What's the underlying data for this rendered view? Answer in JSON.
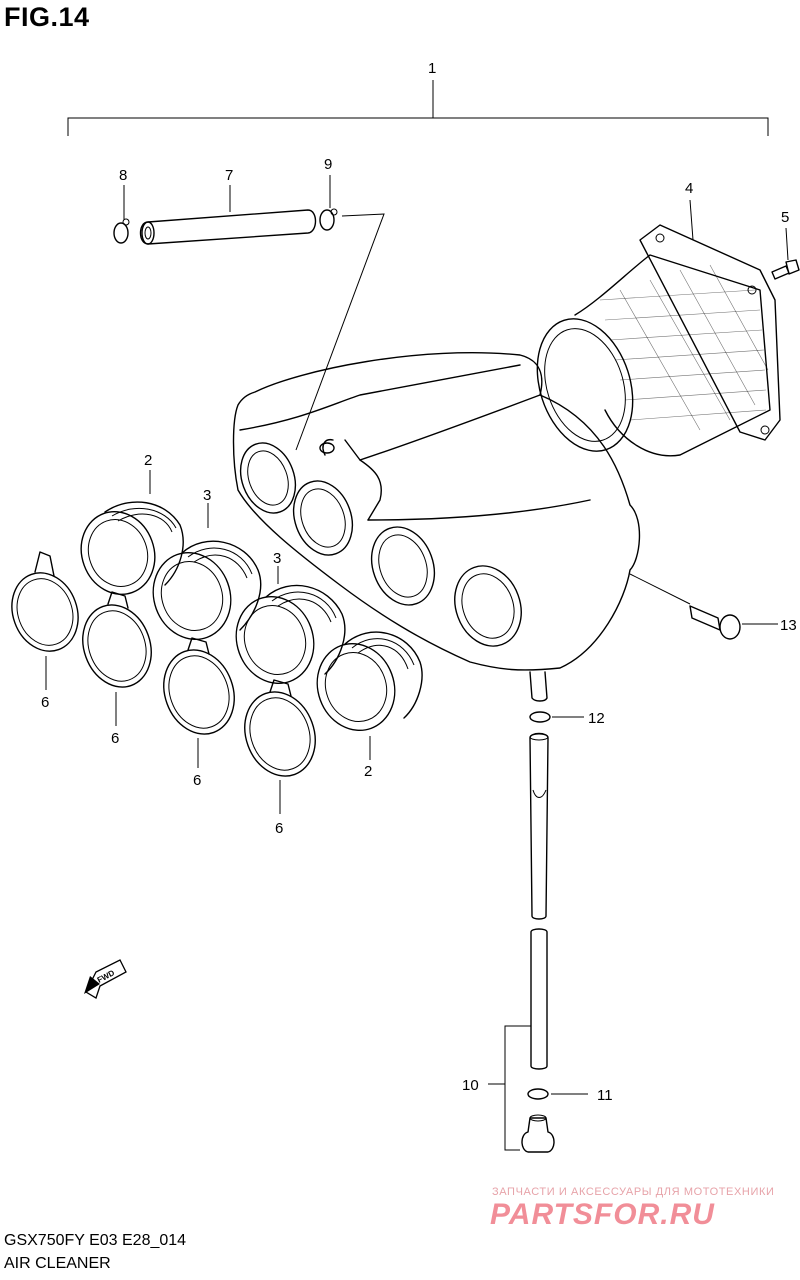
{
  "figure": {
    "title": "FIG.14"
  },
  "callouts": {
    "c1": "1",
    "c2a": "2",
    "c2b": "2",
    "c3a": "3",
    "c3b": "3",
    "c4": "4",
    "c5": "5",
    "c6a": "6",
    "c6b": "6",
    "c6c": "6",
    "c6d": "6",
    "c7": "7",
    "c8": "8",
    "c9": "9",
    "c10": "10",
    "c11": "11",
    "c12": "12",
    "c13": "13"
  },
  "direction_arrow": {
    "label": "FWD"
  },
  "footer": {
    "model_code": "GSX750FY E03 E28_014",
    "section_name": "AIR CLEANER"
  },
  "watermark": {
    "tagline": "ЗАПЧАСТИ И АКСЕССУАРЫ ДЛЯ МОТОТЕХНИКИ",
    "logo_text": "PARTSFOR.RU"
  }
}
